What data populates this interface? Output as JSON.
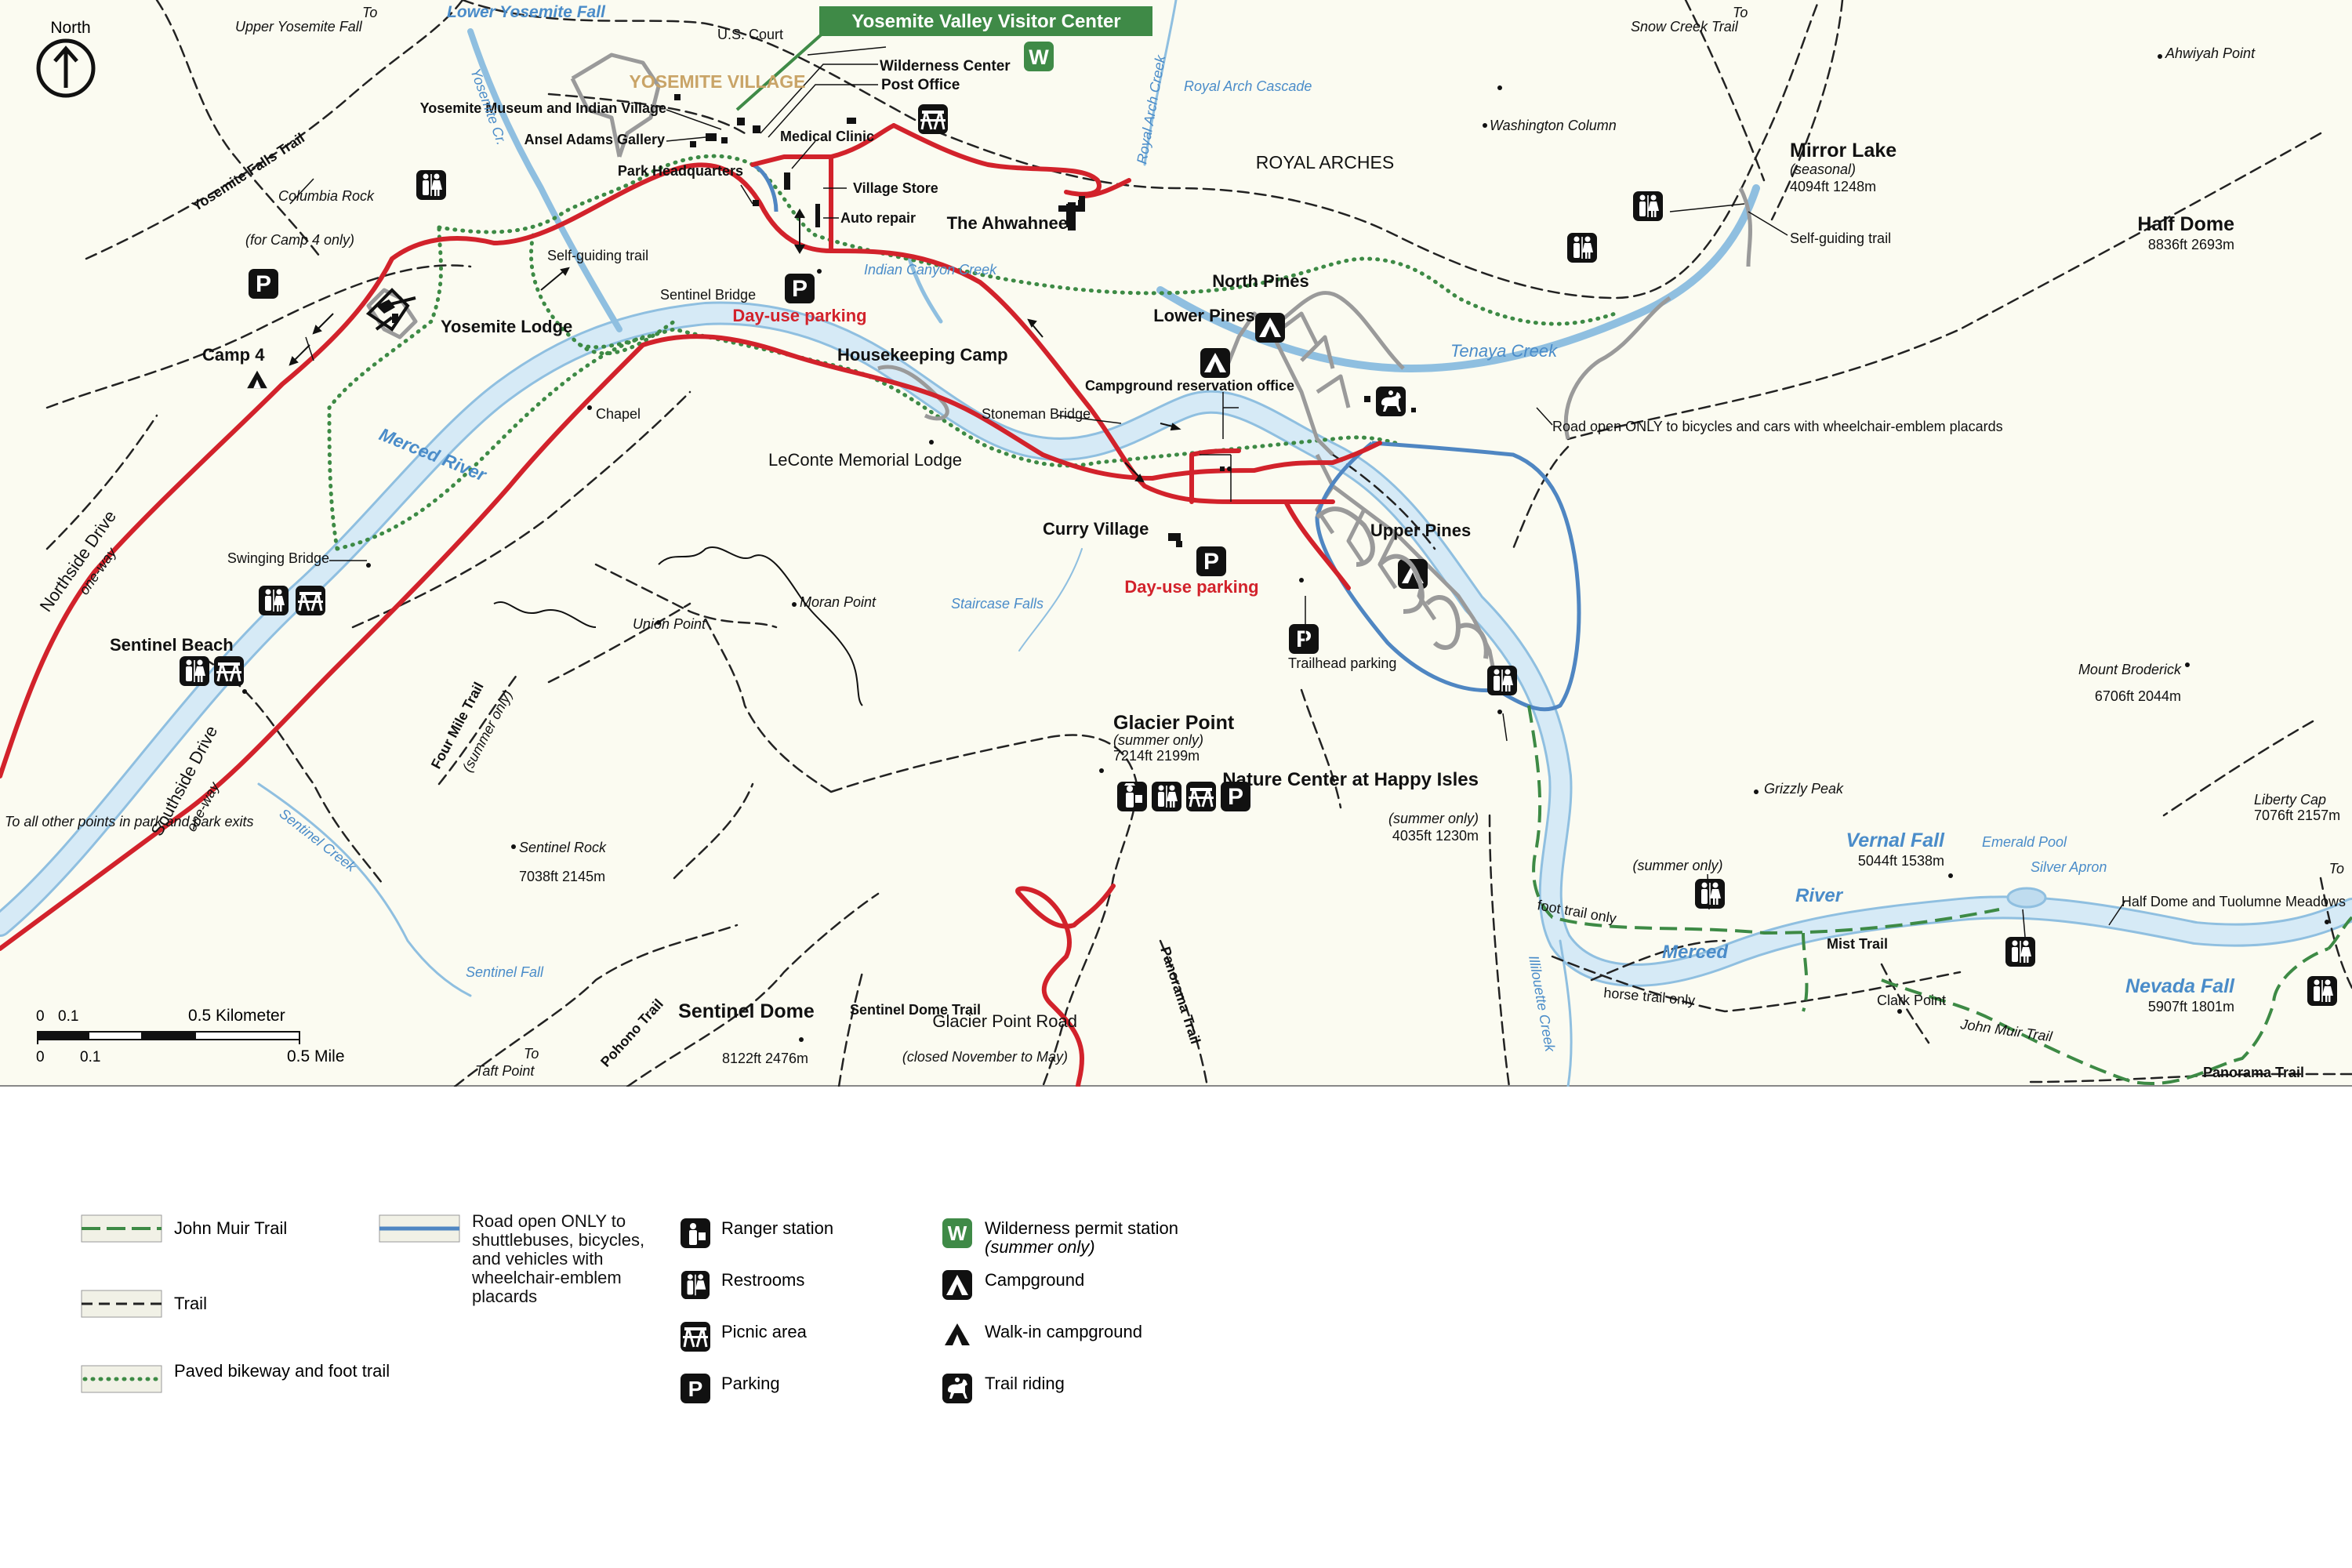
{
  "colors": {
    "background": "#fbfbf1",
    "water": "#bfdcef",
    "water_stroke": "#8fbfe0",
    "road": "#d2222b",
    "shuttle_road": "#4f86c2",
    "minor_road": "#9a9a9a",
    "trail": "#222222",
    "bikeway": "#3d8a45",
    "john_muir": "#3d8a45",
    "visitor_center": "#3f8a47",
    "village_label": "#c9a467",
    "parking_label": "#d2222b",
    "water_label": "#4a8cc9",
    "text": "#111111"
  },
  "north_label": "North",
  "visitor_center": "Yosemite Valley Visitor Center",
  "village": "YOSEMITE VILLAGE",
  "labels": {
    "upper_yosemite_fall": "Upper Yosemite Fall",
    "to1": "To",
    "to2": "To",
    "to3": "To",
    "to4": "To",
    "snow_creek_trail": "Snow Creek Trail",
    "lower_yosemite_fall": "Lower Yosemite Fall",
    "us_court": "U.S. Court",
    "wilderness_center": "Wilderness Center",
    "post_office": "Post Office",
    "royal_arch_creek": "Royal Arch Creek",
    "royal_arch_cascade": "Royal Arch Cascade",
    "ahwiyah_point": "Ahwiyah Point",
    "washington_column": "Washington Column",
    "royal_arches": "ROYAL ARCHES",
    "museum": "Yosemite Museum and Indian Village",
    "ansel_adams": "Ansel Adams Gallery",
    "medical_clinic": "Medical Clinic",
    "park_hq": "Park Headquarters",
    "village_store": "Village Store",
    "auto_repair": "Auto repair",
    "ahwahnee": "The Ahwahnee",
    "mirror_lake": "Mirror Lake",
    "mirror_lake_note": "(seasonal)",
    "mirror_lake_elev": "4094ft 1248m",
    "self_guiding_trail": "Self-guiding trail",
    "half_dome": "Half Dome",
    "half_dome_elev": "8836ft 2693m",
    "yosemite_falls_trail": "Yosemite Falls Trail",
    "columbia_rock": "Columbia Rock",
    "yosemite_creek": "Yosemite Cr.",
    "camp4_note": "(for Camp 4 only)",
    "camp4": "Camp 4",
    "yosemite_lodge": "Yosemite Lodge",
    "self_guiding_trail2": "Self-guiding trail",
    "sentinel_bridge": "Sentinel Bridge",
    "dayuse_parking": "Day-use parking",
    "indian_canyon_creek": "Indian Canyon Creek",
    "north_pines": "North Pines",
    "lower_pines": "Lower Pines",
    "tenaya_creek": "Tenaya Creek",
    "housekeeping_camp": "Housekeeping Camp",
    "chapel": "Chapel",
    "merced_river": "Merced River",
    "stoneman_bridge": "Stoneman Bridge",
    "campground_office": "Campground reservation office",
    "road_open": "Road open ONLY to bicycles and cars with wheelchair-emblem placards",
    "leconte": "LeConte Memorial Lodge",
    "northside_drive": "Northside Drive",
    "one_way": "one-way",
    "curry_village": "Curry Village",
    "dayuse_parking2": "Day-use parking",
    "upper_pines": "Upper Pines",
    "swinging_bridge": "Swinging Bridge",
    "union_point": "Union Point",
    "moran_point": "Moran Point",
    "staircase_falls": "Staircase Falls",
    "trailhead_parking": "Trailhead parking",
    "sentinel_beach": "Sentinel Beach",
    "four_mile_trail": "Four Mile Trail",
    "summer_only": "(summer only)",
    "mount_broderick": "Mount Broderick",
    "mount_broderick_elev": "6706ft 2044m",
    "glacier_point": "Glacier Point",
    "glacier_point_note": "(summer only)",
    "glacier_point_elev": "7214ft 2199m",
    "nature_center": "Nature Center at Happy Isles",
    "nature_center_note": "(summer only)",
    "nature_center_elev": "4035ft 1230m",
    "grizzly_peak": "Grizzly Peak",
    "southside_drive": "Southside Drive",
    "to_all_other": "To all other points in park and park exits",
    "sentinel_creek": "Sentinel Creek",
    "liberty_cap": "Liberty Cap",
    "liberty_cap_elev": "7076ft 2157m",
    "vernal_fall": "Vernal Fall",
    "vernal_fall_elev": "5044ft 1538m",
    "emerald_pool": "Emerald Pool",
    "silver_apron": "Silver Apron",
    "summer_only2": "(summer only)",
    "sentinel_rock": "Sentinel Rock",
    "sentinel_rock_elev": "7038ft 2145m",
    "river": "River",
    "merced": "Merced",
    "half_dome_tuolumne": "Half Dome and Tuolumne Meadows",
    "foot_trail_only": "foot trail only",
    "mist_trail": "Mist Trail",
    "horse_trail_only": "horse trail only",
    "nevada_fall": "Nevada Fall",
    "nevada_fall_elev": "5907ft 1801m",
    "clark_point": "Clark Point",
    "john_muir_trail": "John Muir Trail",
    "sentinel_fall": "Sentinel Fall",
    "illilouette_creek": "Illilouette Creek",
    "pohono_trail": "Pohono Trail",
    "taft_point": "Taft Point",
    "sentinel_dome": "Sentinel Dome",
    "sentinel_dome_elev": "8122ft 2476m",
    "sentinel_dome_trail": "Sentinel Dome Trail",
    "glacier_point_road": "Glacier Point Road",
    "glacier_point_road_note": "(closed November to May)",
    "panorama_trail": "Panorama Trail",
    "panorama_trail2": "Panorama Trail"
  },
  "scale": {
    "km_label": "0.5 Kilometer",
    "mile_label": "0.5 Mile",
    "zero": "0",
    "zero2": "0",
    "tenth": "0.1",
    "tenth2": "0.1"
  },
  "legend": [
    {
      "key": "john_muir",
      "label": "John Muir Trail"
    },
    {
      "key": "trail",
      "label": "Trail"
    },
    {
      "key": "bikeway",
      "label": "Paved bikeway and foot trail"
    },
    {
      "key": "shuttle",
      "label": "Road open ONLY to shuttlebuses, bicycles, and vehicles with wheelchair-emblem placards"
    },
    {
      "key": "ranger",
      "label": "Ranger station"
    },
    {
      "key": "restrooms",
      "label": "Restrooms"
    },
    {
      "key": "picnic",
      "label": "Picnic area"
    },
    {
      "key": "parking",
      "label": "Parking"
    },
    {
      "key": "wilderness",
      "label": "Wilderness permit station",
      "note": "(summer only)"
    },
    {
      "key": "campground",
      "label": "Campground"
    },
    {
      "key": "walkin",
      "label": "Walk-in campground"
    },
    {
      "key": "riding",
      "label": "Trail riding"
    }
  ]
}
